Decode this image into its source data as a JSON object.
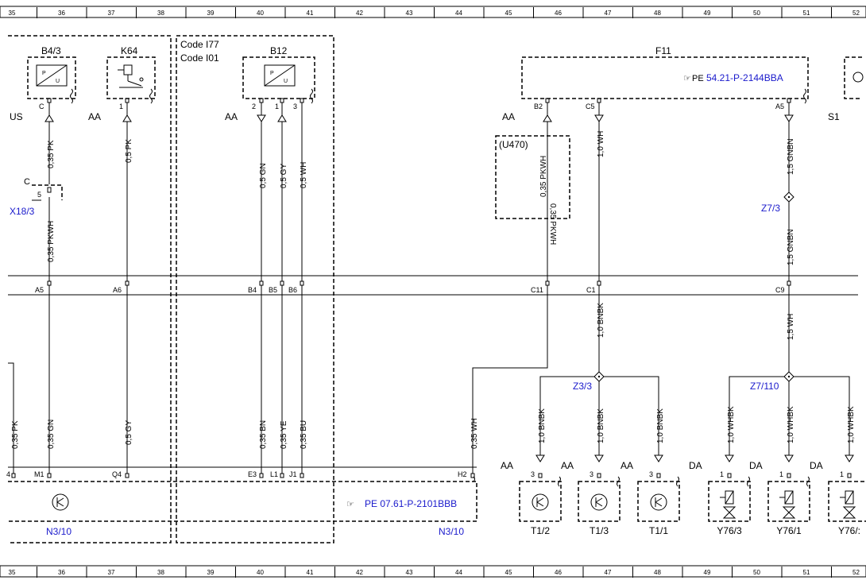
{
  "ruler": {
    "top": [
      "35",
      "36",
      "37",
      "38",
      "39",
      "40",
      "41",
      "42",
      "43",
      "44",
      "45",
      "46",
      "47",
      "48",
      "49",
      "50",
      "51",
      "52"
    ],
    "bottom": [
      "35",
      "36",
      "37",
      "38",
      "39",
      "40",
      "41",
      "42",
      "43",
      "44",
      "45",
      "46",
      "47",
      "48",
      "49",
      "50",
      "51",
      "52"
    ]
  },
  "components": {
    "b43": {
      "label": "B4/3",
      "pin": "C",
      "pu": "P U"
    },
    "k64": {
      "label": "K64",
      "pin": "1"
    },
    "codebox": {
      "line1": "Code I77",
      "line2": "Code I01"
    },
    "b12": {
      "label": "B12",
      "pins": [
        "2",
        "1",
        "3"
      ],
      "pu": "P U"
    },
    "f11": {
      "label": "F11",
      "ref": "54.21-P-2144BBA",
      "ref_prefix": "PE",
      "pins": [
        "B2",
        "C5",
        "A5"
      ]
    },
    "u470": {
      "label": "(U470)"
    },
    "x183": {
      "label": "X18/3",
      "conn": "C",
      "pin": "5"
    },
    "z77": {
      "label": "Z7/3"
    },
    "z33": {
      "label": "Z3/3"
    },
    "z7110": {
      "label": "Z7/110"
    },
    "n310_left": {
      "label": "N3/10"
    },
    "n310_right": {
      "label": "N3/10",
      "ref": "PE 07.61-P-2101BBB"
    },
    "t12": {
      "label": "T1/2",
      "pin": "3"
    },
    "t13": {
      "label": "T1/3",
      "pin": "3"
    },
    "t11": {
      "label": "T1/1",
      "pin": "3"
    },
    "y763": {
      "label": "Y76/3",
      "pin": "1"
    },
    "y761": {
      "label": "Y76/1",
      "pin": "1"
    },
    "y76x": {
      "label": "Y76/:",
      "pin": "1"
    }
  },
  "markers": {
    "us": "US",
    "aa": "AA",
    "da": "DA",
    "s1": "S1"
  },
  "connector_pins": {
    "mid": [
      "A5",
      "A6",
      "B4",
      "B5",
      "B6",
      "C11",
      "C1",
      "C9"
    ],
    "bottom": [
      "4",
      "M1",
      "Q4",
      "E3",
      "L1",
      "J1",
      "H2"
    ]
  },
  "wires": {
    "w1": "0,35 PK",
    "w2": "0,35 PKWH",
    "w3": "0,5 PK",
    "w4": "0,5 GN",
    "w5": "0,5 GY",
    "w6": "0,5 WH",
    "w7": "0,35 PKWH",
    "w8": "1,0 WH",
    "w9": "1,5 GNBN",
    "w10": "1,5 GNBN",
    "w11": "0,35 PKWH",
    "w12": "1,0 BNBK",
    "w13": "1,5 WH",
    "w14": "0,35 PK",
    "w15": "0,35 GN",
    "w16": "0,5 GY",
    "w17": "0,35 BN",
    "w18": "0,35 YE",
    "w19": "0,35 BU",
    "w20": "0,35 WH",
    "w21": "1,0 BNBK",
    "w22": "1,0 BNBK",
    "w23": "1,0 BNBK",
    "w24": "1,0 WHBK",
    "w25": "1,0 WHBK",
    "w26": "1,0 WHBK"
  },
  "colors": {
    "link": "#1a1acc",
    "line": "#000000"
  }
}
